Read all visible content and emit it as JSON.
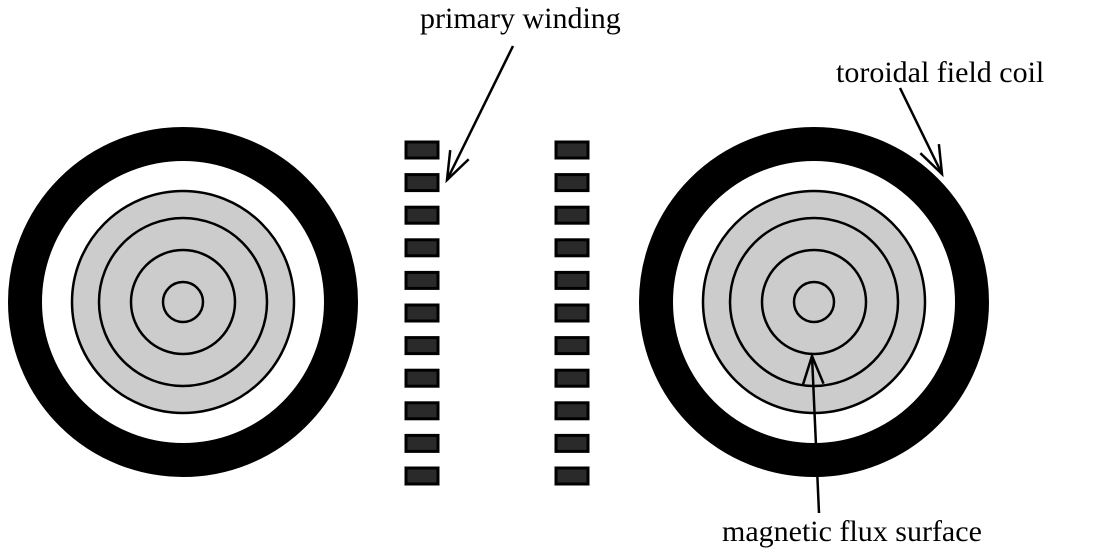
{
  "labels": {
    "primary_winding": "primary winding",
    "toroidal_field_coil": "toroidal field coil",
    "magnetic_flux_surface": "magnetic flux surface"
  },
  "colors": {
    "coil": "#000000",
    "plasma": "#cccccc",
    "winding_fill": "#2a2a2a",
    "outline": "#000000",
    "background": "#ffffff"
  },
  "diagram": {
    "winding_segments_per_column": 11,
    "winding_columns": 2,
    "flux_surfaces_per_section": 4,
    "coil_sections": 2
  }
}
